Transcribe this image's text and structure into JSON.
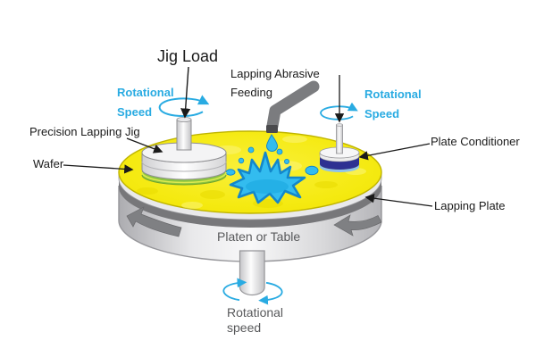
{
  "labels": {
    "jig_load": "Jig Load",
    "lapping_abrasive_feeding": [
      "Lapping Abrasive",
      "Feeding"
    ],
    "rotational_speed_left": [
      "Rotational",
      "Speed"
    ],
    "rotational_speed_right": [
      "Rotational",
      "Speed"
    ],
    "precision_lapping_jig": "Precision Lapping Jig",
    "wafer": "Wafer",
    "plate_conditioner": "Plate Conditioner",
    "lapping_plate": "Lapping Plate",
    "platen_or_table": "Platen or Table",
    "rotational_speed_bottom": [
      "Rotational",
      "speed"
    ]
  },
  "colors": {
    "accent_cyan": "#29ABE2",
    "plate_yellow": "#F5EA12",
    "slurry_blue": "#33BCEF",
    "slurry_outline": "#1387CB",
    "conditioner_blue": "#2E3192",
    "wafer_green": "#8CC63F",
    "platen_gray": "#DDDDDF",
    "rotation_arrow_gray": "#7F8083",
    "nozzle_gray": "#7B7C7F",
    "text_black": "#1A1A1A",
    "text_gray": "#58595B"
  }
}
